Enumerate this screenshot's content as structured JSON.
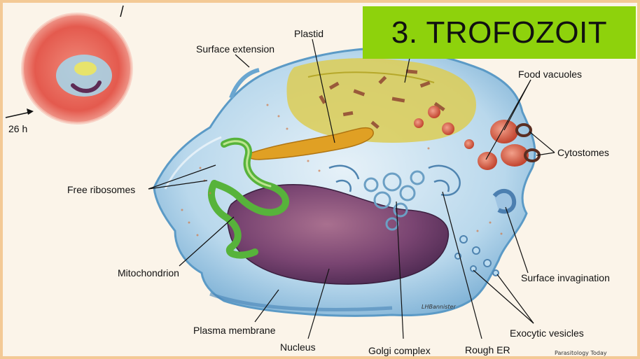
{
  "title": "3. TROFOZOIT",
  "stage_label": "26 h",
  "labels": {
    "surface_extension": "Surface extension",
    "plastid": "Plastid",
    "food_vacuoles": "Food vacuoles",
    "cytostomes": "Cytostomes",
    "free_ribosomes": "Free ribosomes",
    "mitochondrion": "Mitochondrion",
    "surface_invagination": "Surface invagination",
    "plasma_membrane": "Plasma membrane",
    "nucleus": "Nucleus",
    "golgi_complex": "Golgi complex",
    "rough_er": "Rough ER",
    "exocytic_vesicles": "Exocytic vesicles"
  },
  "credit": "LHBannister",
  "journal": "Parasitology Today",
  "colors": {
    "title_bg": "#8ed20c",
    "frame": "#f3c995",
    "cell": "#bfdcef",
    "plastid": "#d9c63a",
    "nucleus": "#6f3f6a",
    "mitochondrion": "#5cb33a"
  }
}
